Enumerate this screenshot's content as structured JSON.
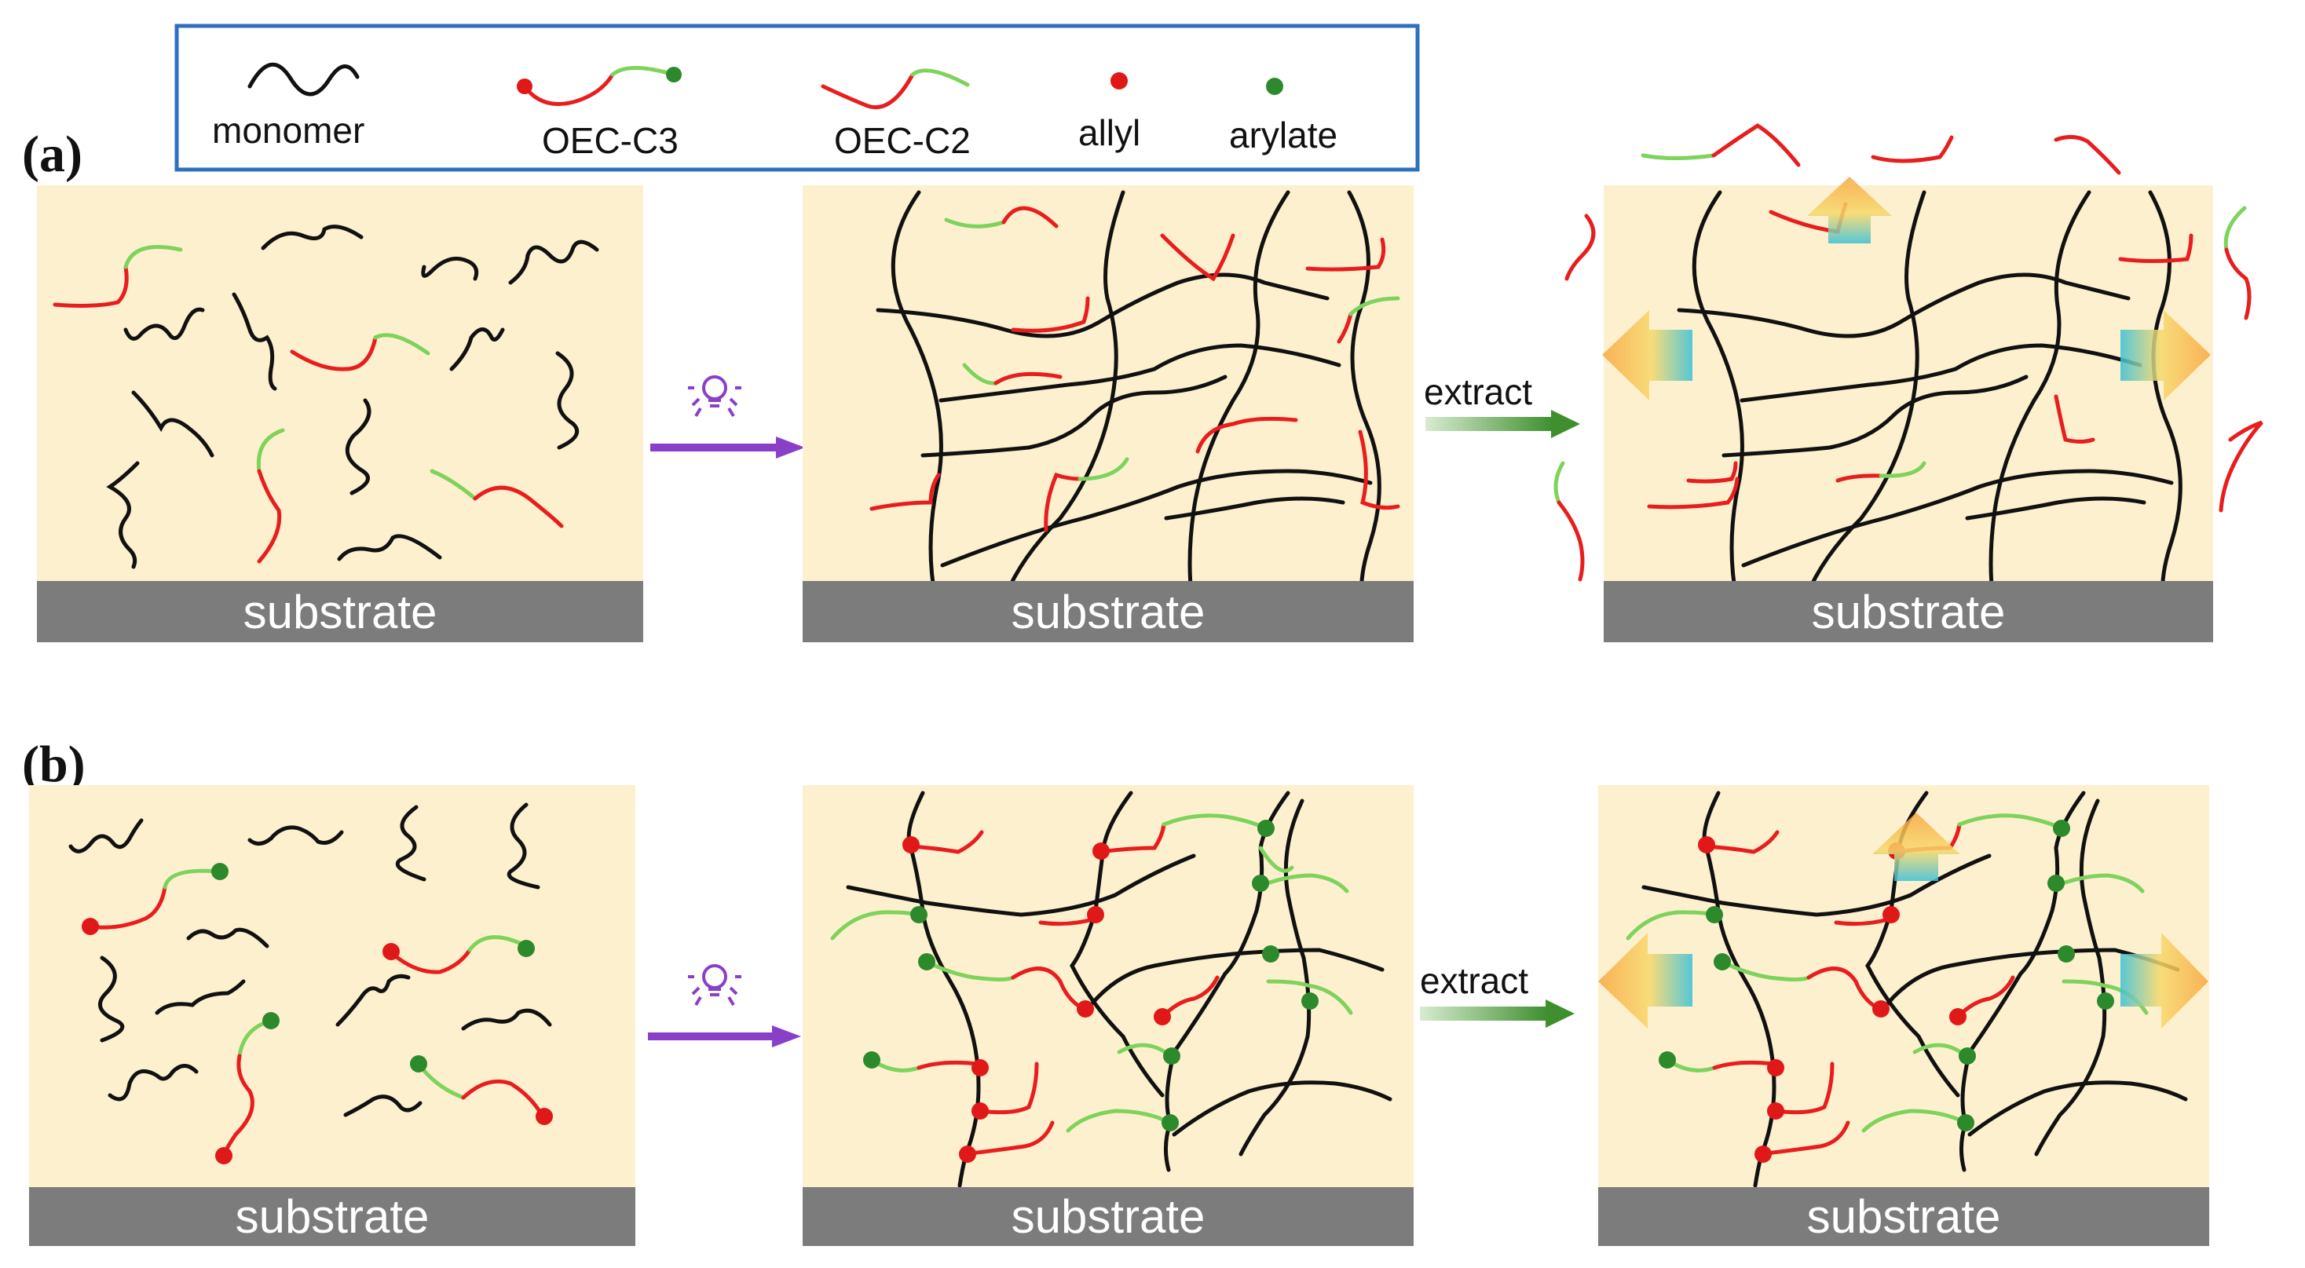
{
  "legend": {
    "monomer": "monomer",
    "oec_c3": "OEC-C3",
    "oec_c2": "OEC-C2",
    "allyl": "allyl",
    "arylate": "arylate"
  },
  "rows": {
    "a": {
      "label": "(a)"
    },
    "b": {
      "label": "(b)"
    }
  },
  "substrate_label": "substrate",
  "extract_label": "extract",
  "colors": {
    "panel_fill": "#fdf0cf",
    "substrate_fill": "#7c7c7c",
    "monomer": "#111111",
    "allyl_chain": "#e81d1d",
    "arylate_chain": "#7ed35c",
    "allyl_dot": "#e01818",
    "arylate_dot": "#2c8a2c",
    "legend_border": "#2f6fc0",
    "light_arrow": "#8a3fc8",
    "extract_arrow": "#3f8f2f"
  },
  "icons": [
    "light-bulb-icon",
    "process-arrow-icon",
    "extraction-arrow-icon"
  ]
}
